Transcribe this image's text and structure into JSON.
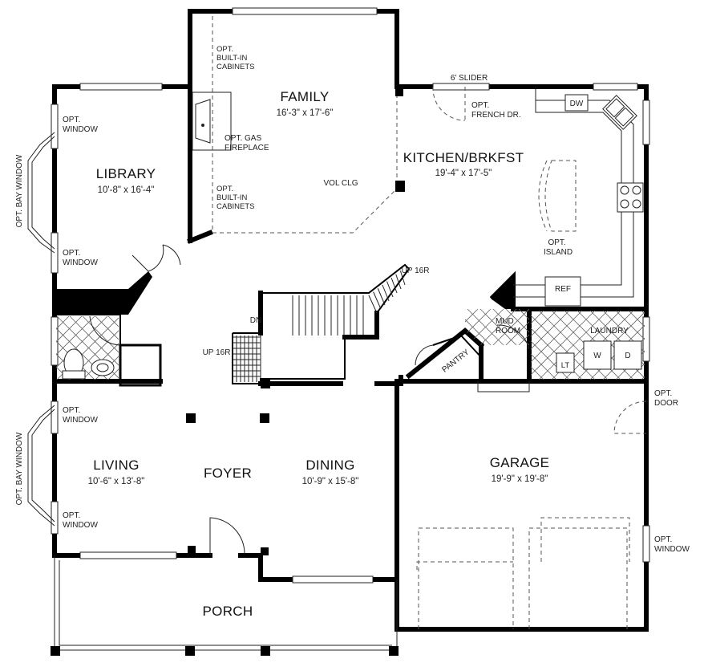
{
  "rooms": {
    "family": {
      "name": "FAMILY",
      "dim": "16'-3\" x 17'-6\""
    },
    "kitchen": {
      "name": "KITCHEN/BRKFST",
      "dim": "19'-4\" x 17'-5\""
    },
    "library": {
      "name": "LIBRARY",
      "dim": "10'-8\" x 16'-4\""
    },
    "living": {
      "name": "LIVING",
      "dim": "10'-6\" x 13'-8\""
    },
    "foyer": {
      "name": "FOYER"
    },
    "dining": {
      "name": "DINING",
      "dim": "10'-9\" x 15'-8\""
    },
    "garage": {
      "name": "GARAGE",
      "dim": "19'-9\" x 19'-8\""
    },
    "porch": {
      "name": "PORCH"
    }
  },
  "notes": {
    "builtin_top": [
      "OPT.",
      "BUILT-IN",
      "CABINETS"
    ],
    "builtin_bottom": [
      "OPT.",
      "BUILT-IN",
      "CABINETS"
    ],
    "fireplace": [
      "OPT. GAS",
      "FIREPLACE"
    ],
    "vol_clg": "VOL CLG",
    "slider": "6' SLIDER",
    "french_dr": [
      "OPT.",
      "FRENCH DR."
    ],
    "dw": "DW",
    "island": [
      "OPT.",
      "ISLAND"
    ],
    "ref": "REF",
    "laundry": "LAUNDRY",
    "washer": "W",
    "dryer": "D",
    "lt": "LT",
    "mud_room": [
      "MUD",
      "ROOM"
    ],
    "pantry": "PANTRY",
    "up_16r_top": "UP 16R",
    "up_16r_left": "UP 16R",
    "dn": "DN",
    "lib_window_top": [
      "OPT.",
      "WINDOW"
    ],
    "lib_window_bottom": [
      "OPT.",
      "WINDOW"
    ],
    "liv_window_top": [
      "OPT.",
      "WINDOW"
    ],
    "liv_window_bottom": [
      "OPT.",
      "WINDOW"
    ],
    "bay_window_upper": "OPT. BAY WINDOW",
    "bay_window_lower": "OPT. BAY WINDOW",
    "garage_door": [
      "OPT.",
      "DOOR"
    ],
    "garage_window": [
      "OPT.",
      "WINDOW"
    ]
  }
}
